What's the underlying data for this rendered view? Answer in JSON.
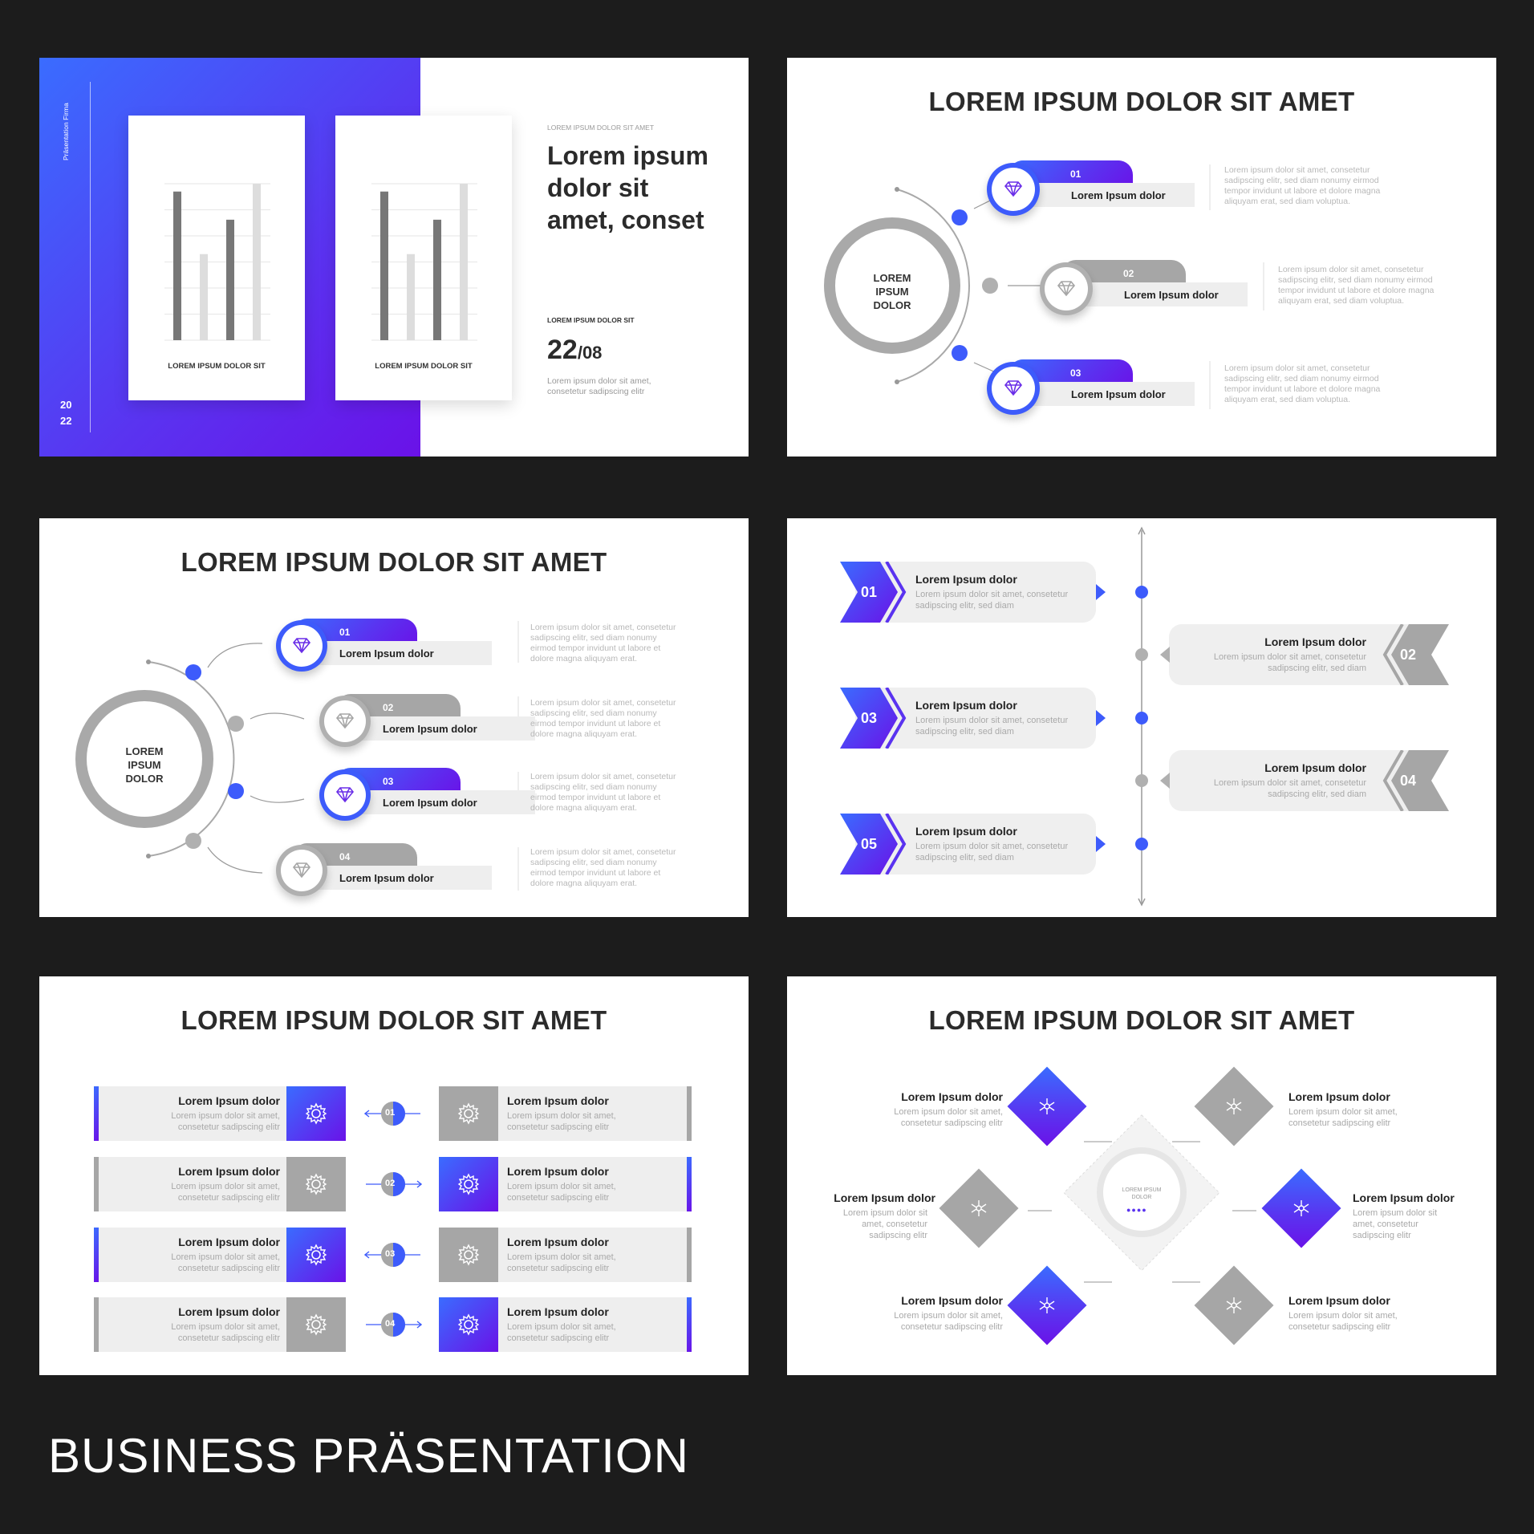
{
  "page_title": "BUSINESS PRÄSENTATION",
  "colors": {
    "accent_start": "#3a6cff",
    "accent_end": "#6a12e8",
    "grey": "#a6a6a6",
    "background": "#1c1c1c"
  },
  "slide1": {
    "vertical_label": "Präsentation Firma",
    "year_top": "20",
    "year_bottom": "22",
    "card1_label": "LOREM IPSUM DOLOR SIT",
    "card2_label": "LOREM IPSUM DOLOR SIT",
    "bar_values": [
      0.95,
      0.55,
      0.77,
      1.0
    ],
    "overline": "LOREM IPSUM DOLOR SIT AMET",
    "heading_line1": "Lorem ipsum",
    "heading_line2": "dolor sit",
    "heading_line3": "amet, conset",
    "date_label": "LOREM IPSUM DOLOR SIT",
    "date_day": "22",
    "date_month": "/08",
    "date_desc_line1": "Lorem ipsum dolor sit amet,",
    "date_desc_line2": "consetetur sadipscing elitr"
  },
  "slide2": {
    "title": "LOREM IPSUM DOLOR SIT AMET",
    "center_line1": "LOREM IPSUM",
    "center_line2": "DOLOR",
    "items": [
      {
        "num": "01",
        "label": "Lorem Ipsum dolor",
        "desc": [
          "Lorem ipsum dolor sit amet, consetetur",
          "sadipscing elitr,  sed diam nonumy eirmod",
          "tempor invidunt ut labore et dolore magna",
          "aliquyam erat, sed diam voluptua."
        ]
      },
      {
        "num": "02",
        "label": "Lorem Ipsum dolor",
        "desc": [
          "Lorem ipsum dolor sit amet, consetetur",
          "sadipscing elitr,  sed diam nonumy eirmod",
          "tempor invidunt ut labore et dolore magna",
          "aliquyam erat, sed diam voluptua."
        ]
      },
      {
        "num": "03",
        "label": "Lorem Ipsum dolor",
        "desc": [
          "Lorem ipsum dolor sit amet, consetetur",
          "sadipscing elitr,  sed diam nonumy eirmod",
          "tempor invidunt ut labore et dolore magna",
          "aliquyam erat, sed diam voluptua."
        ]
      }
    ]
  },
  "slide3": {
    "title": "LOREM IPSUM DOLOR SIT AMET",
    "center_line1": "LOREM IPSUM",
    "center_line2": "DOLOR",
    "items": [
      {
        "num": "01",
        "label": "Lorem Ipsum dolor",
        "desc": [
          "Lorem ipsum dolor sit amet, consetetur",
          "sadipscing elitr,  sed diam nonumy",
          "eirmod tempor invidunt ut labore et",
          "dolore magna aliquyam erat."
        ]
      },
      {
        "num": "02",
        "label": "Lorem Ipsum dolor",
        "desc": [
          "Lorem ipsum dolor sit amet, consetetur",
          "sadipscing elitr,  sed diam nonumy",
          "eirmod tempor invidunt ut labore et",
          "dolore magna aliquyam erat."
        ]
      },
      {
        "num": "03",
        "label": "Lorem Ipsum dolor",
        "desc": [
          "Lorem ipsum dolor sit amet, consetetur",
          "sadipscing elitr,  sed diam nonumy",
          "eirmod tempor invidunt ut labore et",
          "dolore magna aliquyam erat."
        ]
      },
      {
        "num": "04",
        "label": "Lorem Ipsum dolor",
        "desc": [
          "Lorem ipsum dolor sit amet, consetetur",
          "sadipscing elitr,  sed diam nonumy",
          "eirmod tempor invidunt ut labore et",
          "dolore magna aliquyam erat."
        ]
      }
    ]
  },
  "slide4": {
    "items": [
      {
        "num": "01",
        "label": "Lorem Ipsum dolor",
        "desc1": "Lorem ipsum dolor sit amet, consetetur",
        "desc2": "sadipscing elitr,  sed diam"
      },
      {
        "num": "02",
        "label": "Lorem Ipsum dolor",
        "desc1": "Lorem ipsum dolor sit amet, consetetur",
        "desc2": "sadipscing elitr,  sed diam"
      },
      {
        "num": "03",
        "label": "Lorem Ipsum dolor",
        "desc1": "Lorem ipsum dolor sit amet, consetetur",
        "desc2": "sadipscing elitr,  sed diam"
      },
      {
        "num": "04",
        "label": "Lorem Ipsum dolor",
        "desc1": "Lorem ipsum dolor sit amet, consetetur",
        "desc2": "sadipscing elitr,  sed diam"
      },
      {
        "num": "05",
        "label": "Lorem Ipsum dolor",
        "desc1": "Lorem ipsum dolor sit amet, consetetur",
        "desc2": "sadipscing elitr,  sed diam"
      }
    ]
  },
  "slide5": {
    "title": "LOREM IPSUM DOLOR SIT AMET",
    "numbers": [
      "01",
      "02",
      "03",
      "04"
    ],
    "left": [
      {
        "label": "Lorem Ipsum dolor",
        "desc1": "Lorem ipsum dolor sit amet,",
        "desc2": "consetetur sadipscing elitr"
      },
      {
        "label": "Lorem Ipsum dolor",
        "desc1": "Lorem ipsum dolor sit amet,",
        "desc2": "consetetur sadipscing elitr"
      },
      {
        "label": "Lorem Ipsum dolor",
        "desc1": "Lorem ipsum dolor sit amet,",
        "desc2": "consetetur sadipscing elitr"
      },
      {
        "label": "Lorem Ipsum dolor",
        "desc1": "Lorem ipsum dolor sit amet,",
        "desc2": "consetetur sadipscing elitr"
      }
    ],
    "right": [
      {
        "label": "Lorem Ipsum dolor",
        "desc1": "Lorem ipsum dolor sit amet,",
        "desc2": "consetetur sadipscing elitr"
      },
      {
        "label": "Lorem Ipsum dolor",
        "desc1": "Lorem ipsum dolor sit amet,",
        "desc2": "consetetur sadipscing elitr"
      },
      {
        "label": "Lorem Ipsum dolor",
        "desc1": "Lorem ipsum dolor sit amet,",
        "desc2": "consetetur sadipscing elitr"
      },
      {
        "label": "Lorem Ipsum dolor",
        "desc1": "Lorem ipsum dolor sit amet,",
        "desc2": "consetetur sadipscing elitr"
      }
    ]
  },
  "slide6": {
    "title": "LOREM IPSUM DOLOR SIT AMET",
    "center_line1": "LOREM IPSUM",
    "center_line2": "DOLOR",
    "top_left": {
      "label": "Lorem Ipsum dolor",
      "desc1": "Lorem ipsum dolor sit amet,",
      "desc2": "consetetur sadipscing elitr"
    },
    "top_right": {
      "label": "Lorem Ipsum dolor",
      "desc1": "Lorem ipsum dolor sit amet,",
      "desc2": "consetetur sadipscing elitr"
    },
    "mid_left": {
      "label": "Lorem Ipsum dolor",
      "desc1": "Lorem ipsum dolor sit",
      "desc2": "amet, consetetur",
      "desc3": "sadipscing elitr"
    },
    "mid_right": {
      "label": "Lorem Ipsum dolor",
      "desc1": "Lorem ipsum dolor sit",
      "desc2": "amet, consetetur",
      "desc3": "sadipscing elitr"
    },
    "bottom_left": {
      "label": "Lorem Ipsum dolor",
      "desc1": "Lorem ipsum dolor sit amet,",
      "desc2": "consetetur sadipscing elitr"
    },
    "bottom_right": {
      "label": "Lorem Ipsum dolor",
      "desc1": "Lorem ipsum dolor sit amet,",
      "desc2": "consetetur sadipscing elitr"
    }
  }
}
